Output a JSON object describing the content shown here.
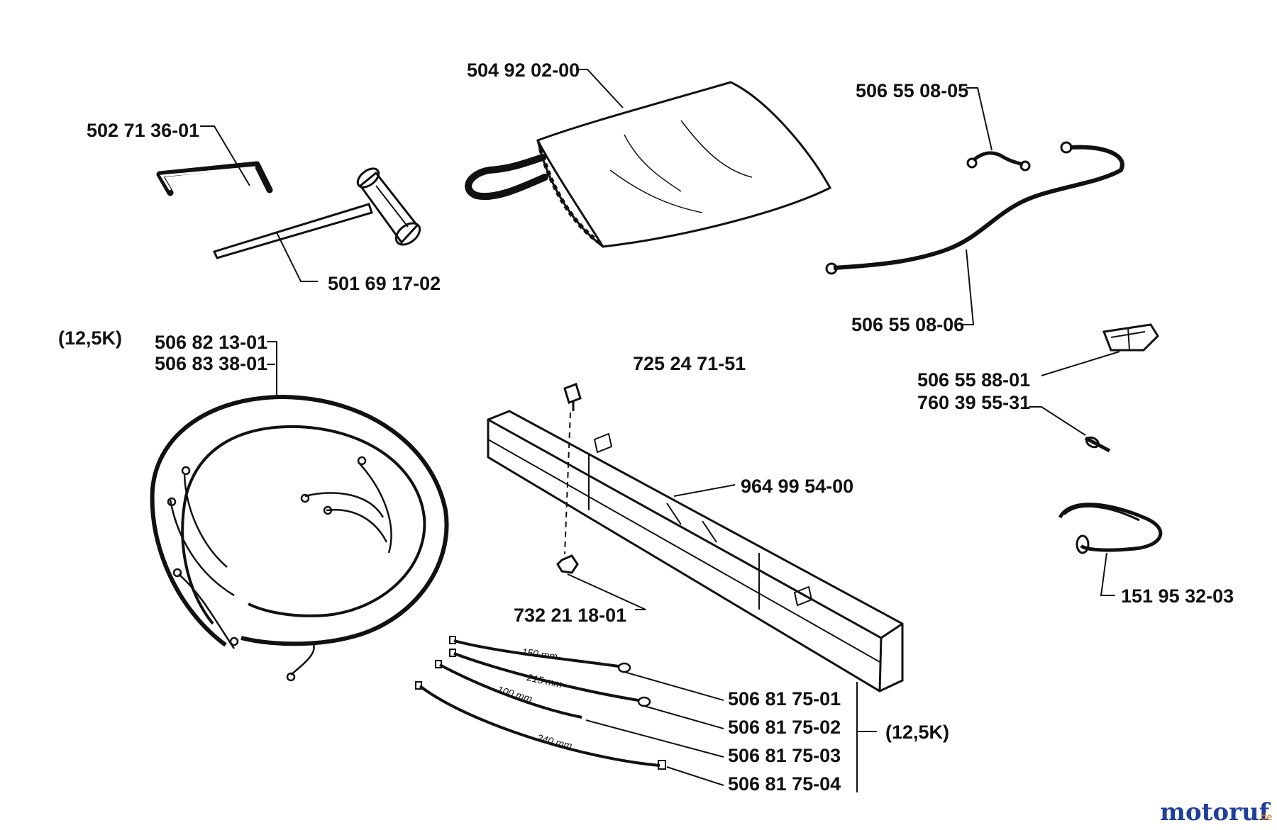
{
  "parts": {
    "allen_key": "502 71 36-01",
    "spark_plug_wrench": "501 69 17-02",
    "tool_bag": "504 92 02-00",
    "short_cable": "506 55 08-05",
    "long_cable": "506 55 08-06",
    "connector_a": "506 55 88-01",
    "connector_b": "760 39 55-31",
    "clamp": "151 95 32-03",
    "harness_a": "506 82 13-01",
    "harness_b": "506 83 38-01",
    "guard_kit": "725 24 71-51",
    "guard_bar": "964 99 54-00",
    "nut": "732 21 18-01",
    "lead_150": "506 81 75-01",
    "lead_215": "506 81 75-02",
    "lead_100": "506 81 75-03",
    "lead_240": "506 81 75-04"
  },
  "variant_note_left": "(12,5K)",
  "variant_note_right": "(12,5K)",
  "lengths": {
    "l150": "150 mm",
    "l215": "215 mm",
    "l100": "100 mm",
    "l240": "240 mm"
  },
  "watermark": {
    "brand": "motoruf",
    "tld": ".de"
  },
  "colors": {
    "ink": "#111111",
    "watermark_blue": "#1f3f9a",
    "watermark_orange": "#e07a10"
  }
}
